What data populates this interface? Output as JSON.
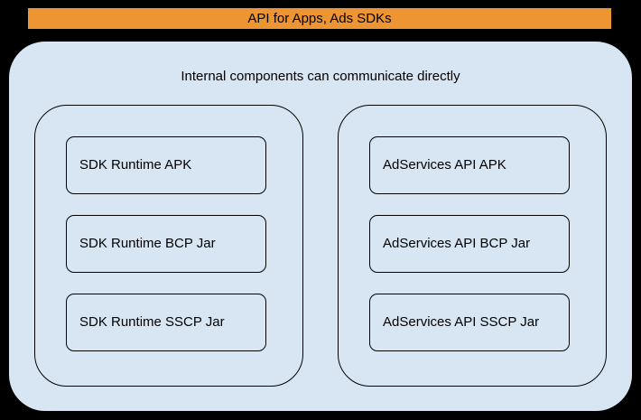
{
  "banner": {
    "label": "API for Apps, Ads SDKs",
    "bg_color": "#ED9433"
  },
  "container": {
    "title": "Internal components can communicate directly",
    "bg_color": "#D8E6F3",
    "border_color": "#000000"
  },
  "groups": [
    {
      "name": "sdk-runtime-group",
      "items": [
        {
          "label": "SDK Runtime APK"
        },
        {
          "label": "SDK Runtime BCP Jar"
        },
        {
          "label": "SDK Runtime SSCP Jar"
        }
      ]
    },
    {
      "name": "adservices-api-group",
      "items": [
        {
          "label": "AdServices API APK"
        },
        {
          "label": "AdServices API BCP Jar"
        },
        {
          "label": "AdServices API SSCP Jar"
        }
      ]
    }
  ]
}
